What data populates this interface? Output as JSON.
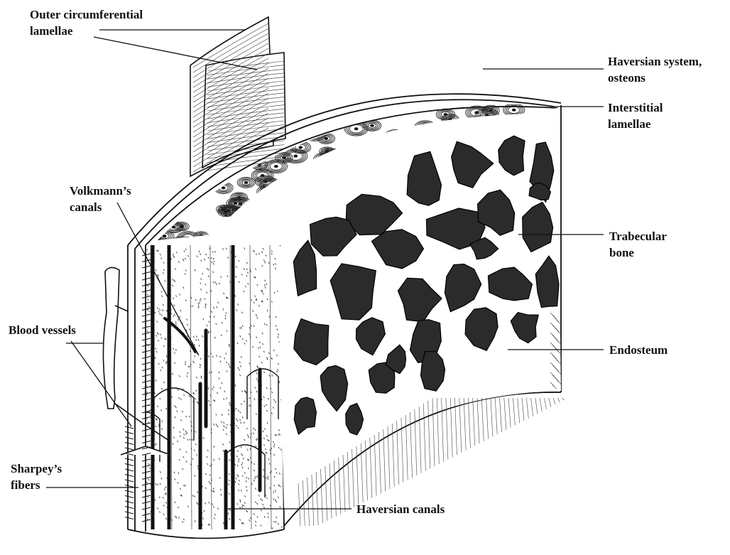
{
  "labels": {
    "outer_circumferential": [
      "Outer circumferential",
      "lamellae"
    ],
    "haversian_system": [
      "Haversian system,",
      "osteons"
    ],
    "interstitial": [
      "Interstitial",
      "lamellae"
    ],
    "volkmann": [
      "Volkmann’s",
      "canals"
    ],
    "trabecular": [
      "Trabecular",
      "bone"
    ],
    "blood_vessels": "Blood vessels",
    "endosteum": "Endosteum",
    "sharpey": [
      "Sharpey’s",
      "fibers"
    ],
    "haversian_canals": "Haversian canals"
  },
  "colors": {
    "ink": "#111111",
    "marrow": "#2b2b2b",
    "paper": "#ffffff"
  }
}
